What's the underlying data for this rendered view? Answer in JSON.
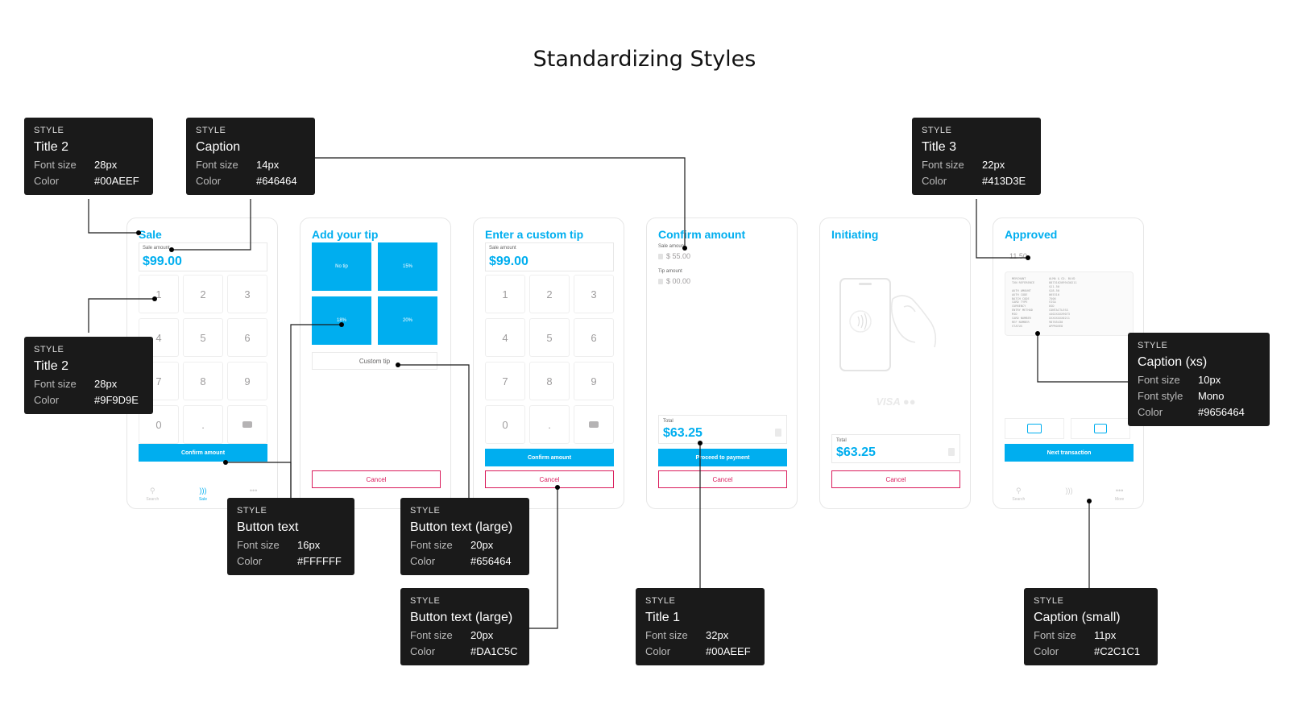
{
  "title": "Standardizing Styles",
  "phones": {
    "sale": {
      "title": "Sale",
      "amount_label": "Sale amount",
      "amount": "$99.00",
      "keys": [
        "1",
        "2",
        "3",
        "4",
        "5",
        "6",
        "7",
        "8",
        "9",
        "0",
        "."
      ],
      "confirm": "Confirm amount",
      "nav": [
        "Search",
        "Sale",
        ""
      ]
    },
    "tip": {
      "title": "Add your tip",
      "options": [
        "No tip",
        "15%",
        "18%",
        "20%"
      ],
      "custom": "Custom tip",
      "cancel": "Cancel"
    },
    "custom_tip": {
      "title": "Enter a custom tip",
      "amount_label": "Sale amount",
      "amount": "$99.00",
      "keys": [
        "1",
        "2",
        "3",
        "4",
        "5",
        "6",
        "7",
        "8",
        "9",
        "0",
        "."
      ],
      "confirm": "Confirm amount",
      "cancel": "Cancel"
    },
    "confirm": {
      "title": "Confirm amount",
      "sale_label": "Sale amount",
      "sale_value": "$ 55.00",
      "tip_label": "Tip amount",
      "tip_value": "$ 00.00",
      "total_label": "Total",
      "total": "$63.25",
      "proceed": "Proceed to payment",
      "cancel": "Cancel"
    },
    "initiating": {
      "title": "Initiating",
      "card_logos": "VISA",
      "total_label": "Total",
      "total": "$63.25",
      "cancel": "Cancel"
    },
    "approved": {
      "title": "Approved",
      "amount": "11.50",
      "receipt": [
        [
          "MERCHANT",
          "ALMA & CO. BLVD"
        ],
        [
          "TXN REFERENCE",
          "8873162099430211"
        ],
        [
          "",
          "$11.50"
        ],
        [
          "AUTH AMOUNT",
          "$18.50"
        ],
        [
          "AUTH CODE",
          "065316"
        ],
        [
          "BATCH CODE",
          "7506"
        ],
        [
          "CARD TYPE",
          "VISA"
        ],
        [
          "CURRENCY",
          "USD"
        ],
        [
          "ENTRY METHOD",
          "CONTACTLESS"
        ],
        [
          "MID",
          "4402XXXX9073"
        ],
        [
          "CARD NUMBER",
          "XXXXXXXX0211"
        ],
        [
          "REF NUMBER",
          "98765430"
        ],
        [
          "STATUS",
          "APPROVED"
        ]
      ],
      "next": "Next transaction",
      "nav": [
        "Search",
        "",
        "More"
      ]
    }
  },
  "callouts": [
    {
      "label": "STYLE",
      "name": "Title 2",
      "rows": [
        [
          "Font size",
          "28px"
        ],
        [
          "Color",
          "#00AEEF"
        ]
      ]
    },
    {
      "label": "STYLE",
      "name": "Caption",
      "rows": [
        [
          "Font size",
          "14px"
        ],
        [
          "Color",
          "#646464"
        ]
      ]
    },
    {
      "label": "STYLE",
      "name": "Title 3",
      "rows": [
        [
          "Font size",
          "22px"
        ],
        [
          "Color",
          "#413D3E"
        ]
      ]
    },
    {
      "label": "STYLE",
      "name": "Title 2",
      "rows": [
        [
          "Font size",
          "28px"
        ],
        [
          "Color",
          "#9F9D9E"
        ]
      ]
    },
    {
      "label": "STYLE",
      "name": "Caption (xs)",
      "rows": [
        [
          "Font size",
          "10px"
        ],
        [
          "Font style",
          "Mono"
        ],
        [
          "Color",
          "#9656464"
        ]
      ]
    },
    {
      "label": "STYLE",
      "name": "Button text",
      "rows": [
        [
          "Font size",
          "16px"
        ],
        [
          "Color",
          "#FFFFFF"
        ]
      ]
    },
    {
      "label": "STYLE",
      "name": "Button text (large)",
      "rows": [
        [
          "Font size",
          "20px"
        ],
        [
          "Color",
          "#656464"
        ]
      ]
    },
    {
      "label": "STYLE",
      "name": "Button text (large)",
      "rows": [
        [
          "Font size",
          "20px"
        ],
        [
          "Color",
          "#DA1C5C"
        ]
      ]
    },
    {
      "label": "STYLE",
      "name": "Title 1",
      "rows": [
        [
          "Font size",
          "32px"
        ],
        [
          "Color",
          "#00AEEF"
        ]
      ]
    },
    {
      "label": "STYLE",
      "name": "Caption (small)",
      "rows": [
        [
          "Font size",
          "11px"
        ],
        [
          "Color",
          "#C2C1C1"
        ]
      ]
    }
  ]
}
